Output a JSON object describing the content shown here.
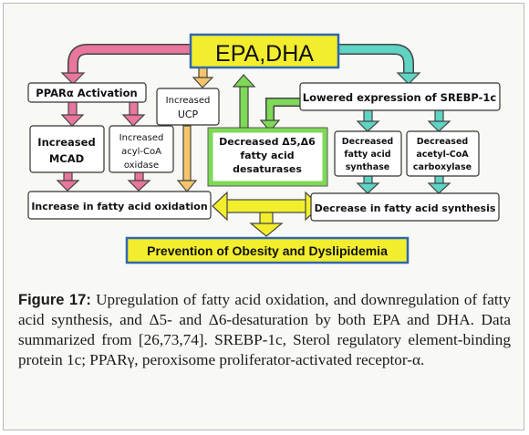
{
  "nodes": {
    "epa_dha": "EPA,DHA",
    "ppara": "PPARα Activation",
    "increased_ucp_1": "Increased",
    "increased_ucp_2": "UCP",
    "srebp": "Lowered expression of SREBP-1c",
    "mcad_1": "Increased",
    "mcad_2": "MCAD",
    "acyl_1": "Increased",
    "acyl_2": "acyl-CoA",
    "acyl_3": "oxidase",
    "desat_1": "Decreased Δ5,Δ6",
    "desat_2": "fatty acid",
    "desat_3": "desaturases",
    "fas_1": "Decreased",
    "fas_2": "fatty acid",
    "fas_3": "synthase",
    "acc_1": "Decreased",
    "acc_2": "acetyl-CoA",
    "acc_3": "carboxylase",
    "oxidation": "Increase in fatty acid oxidation",
    "synthesis": "Decrease in fatty acid synthesis",
    "prevention": "Prevention of Obesity and Dyslipidemia"
  },
  "caption": {
    "label": "Figure 17:",
    "text": " Upregulation of fatty acid oxidation, and downregulation of fatty acid synthesis, and Δ5- and Δ6-desaturation by both EPA and DHA. Data summarized from [26,73,74]. SREBP-1c, Sterol regulatory element-binding protein 1c; PPARγ, peroxisome proliferator-activated receptor-α."
  },
  "colors": {
    "pink": "#e8769d",
    "orange": "#f6c56a",
    "green": "#7ed957",
    "cyan": "#5fd3c4",
    "yellow": "#f2ee2e",
    "blue_border": "#2f67b0",
    "green_border": "#2c9a3a"
  }
}
